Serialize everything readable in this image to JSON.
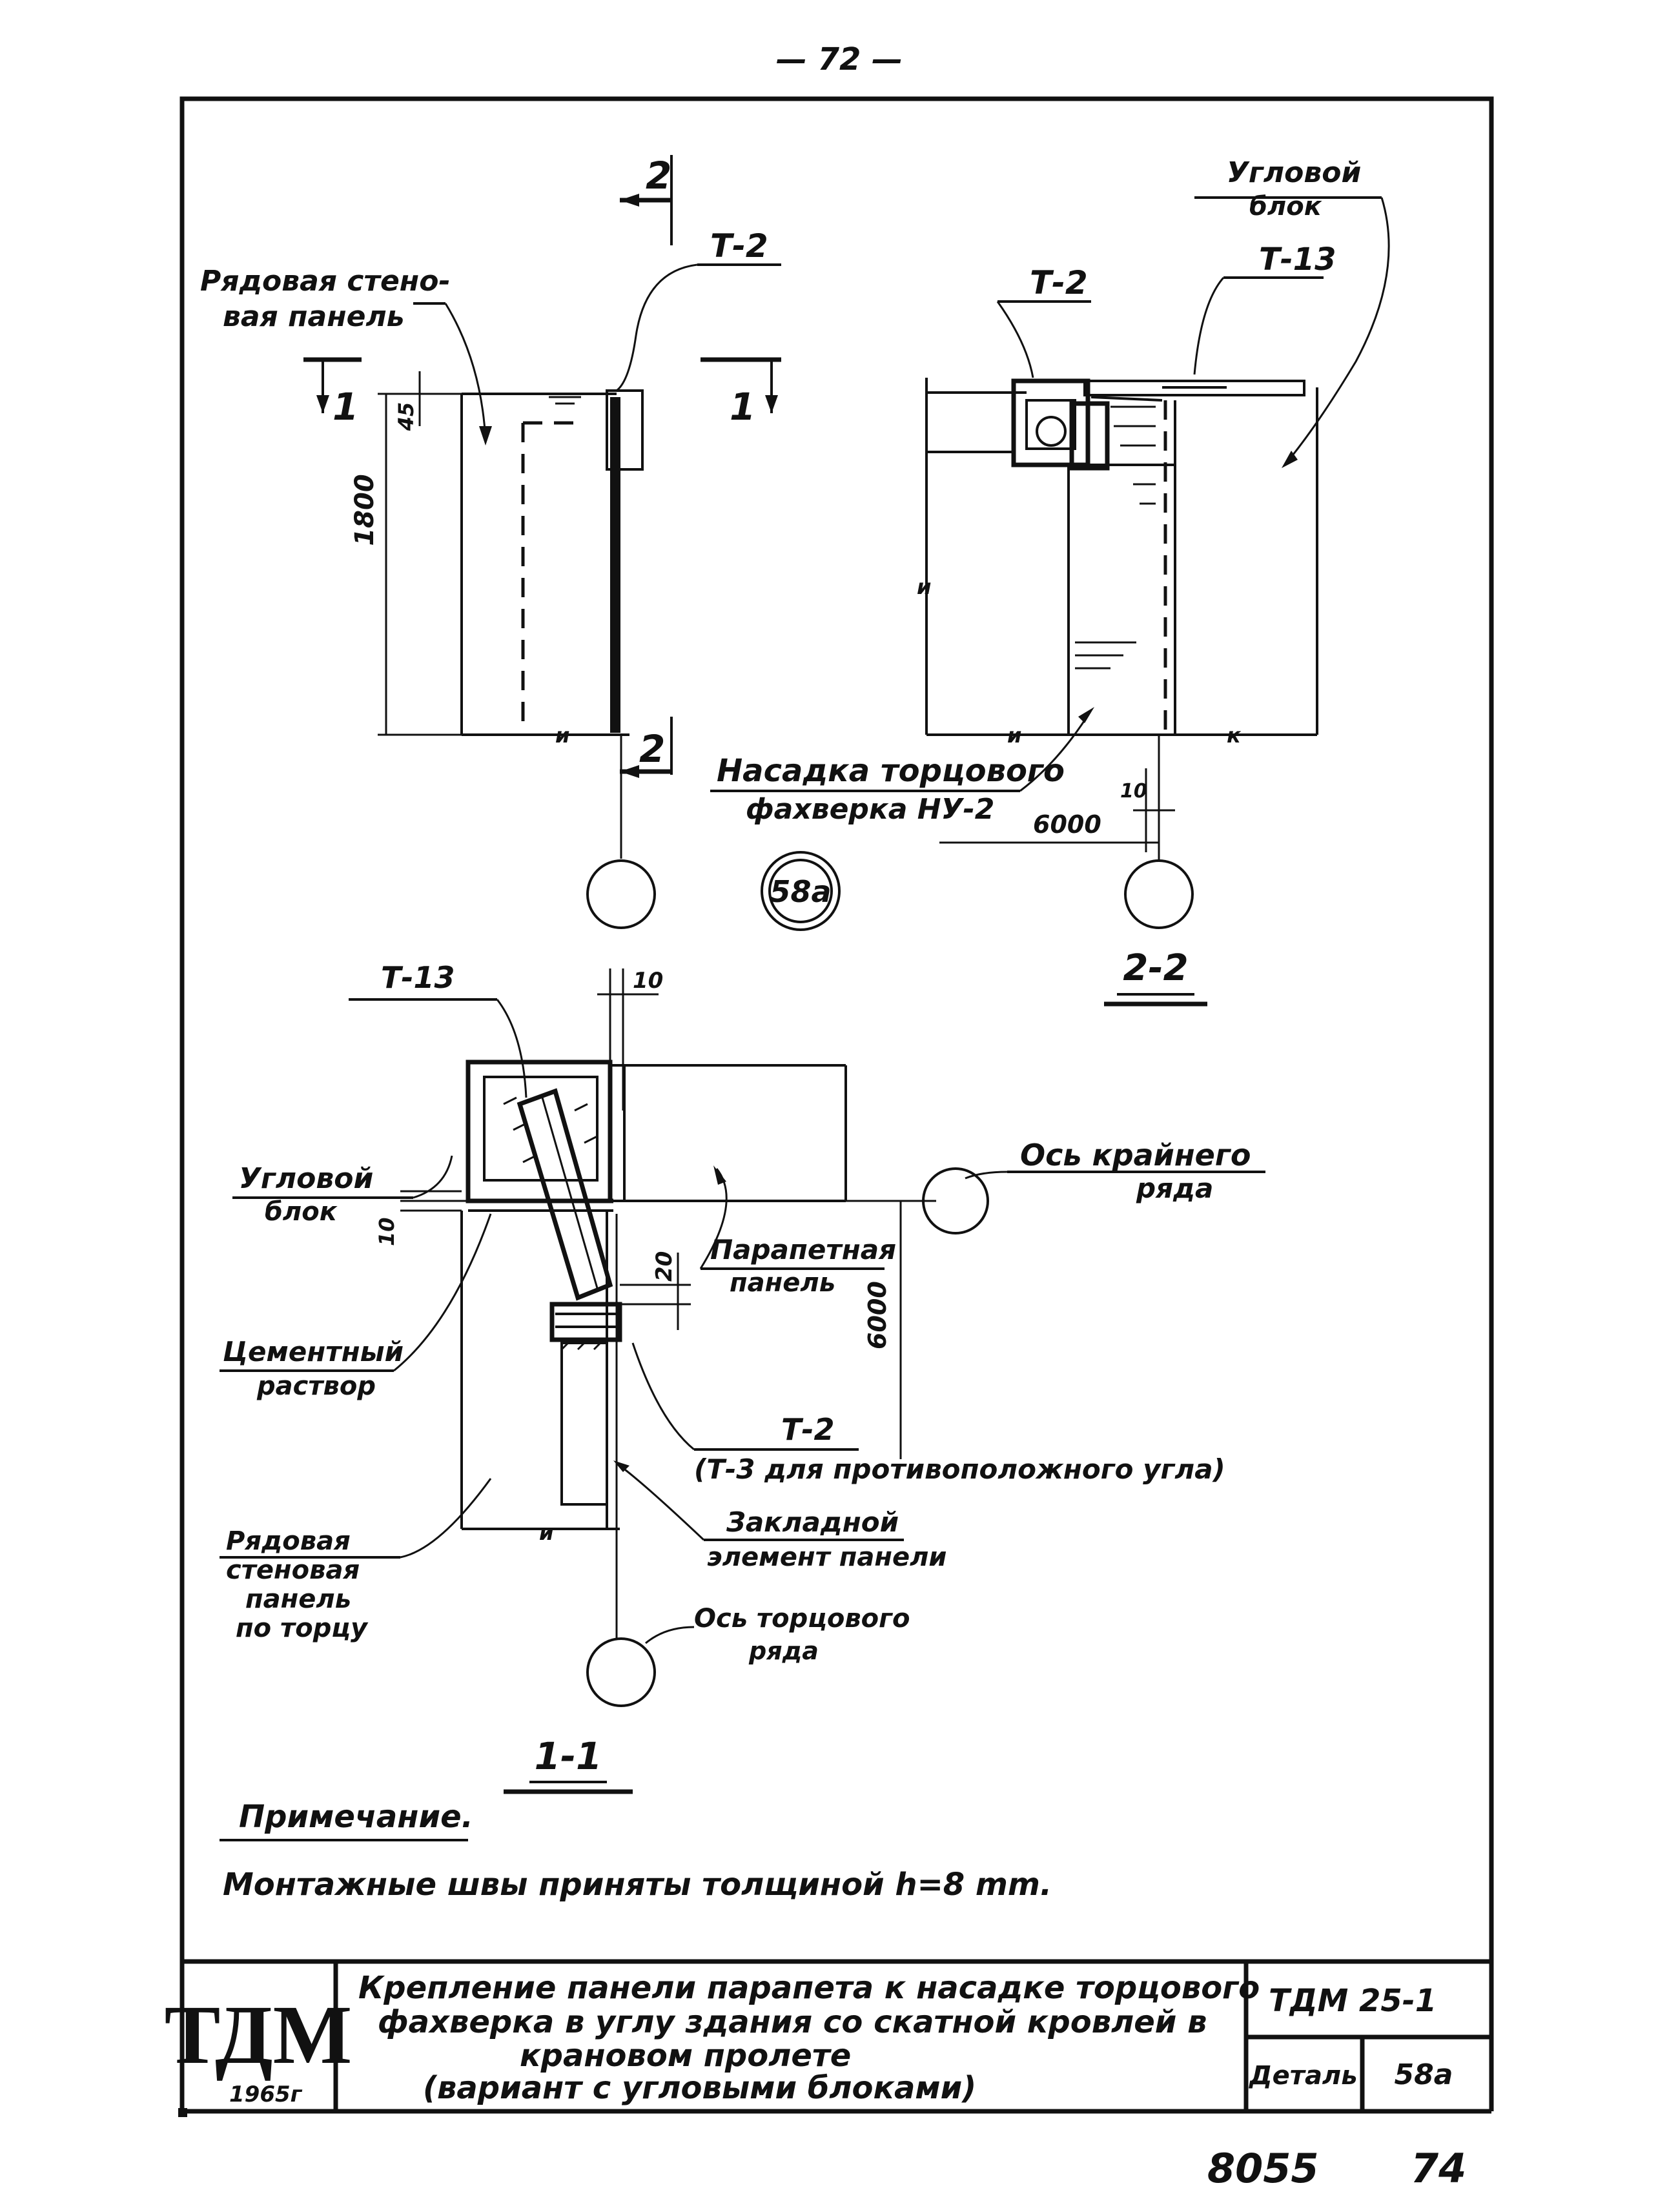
{
  "page_number": "— 72 —",
  "callout": "58а",
  "sections": {
    "s11": "1-1",
    "s22": "2-2",
    "cut1": "1",
    "cut2": "2"
  },
  "top_left": {
    "label_row_panel_l1": "Рядовая стено-",
    "label_row_panel_l2": "вая панель",
    "label_t2": "Т-2",
    "dim_1800": "1800",
    "dim_45": "45"
  },
  "top_right": {
    "label_corner_l1": "Угловой",
    "label_corner_l2": "блок",
    "label_t2": "Т-2",
    "label_t13": "Т-13",
    "label_nasadka_l1": "Насадка торцового",
    "label_nasadka_l2": "фахверка НУ-2",
    "dim_10": "10",
    "dim_6000": "6000"
  },
  "bottom": {
    "label_t13": "Т-13",
    "dim_10_top": "10",
    "label_corner_l1": "Угловой",
    "label_corner_l2": "блок",
    "dim_10_left": "10",
    "label_axis_outer_l1": "Ось крайнего",
    "label_axis_outer_l2": "ряда",
    "label_parapet_l1": "Парапетная",
    "label_parapet_l2": "панель",
    "dim_20": "20",
    "dim_6000": "6000",
    "label_cement_l1": "Цементный",
    "label_cement_l2": "раствор",
    "label_t2": "Т-2",
    "label_t3": "(Т-3 для противоположного угла)",
    "label_embed_l1": "Закладной",
    "label_embed_l2": "элемент панели",
    "label_row_end_l1": "Рядовая",
    "label_row_end_l2": "стеновая",
    "label_row_end_l3": "панель",
    "label_row_end_l4": "по торцу",
    "label_axis_end_l1": "Ось торцового",
    "label_axis_end_l2": "ряда"
  },
  "note": {
    "title": "Примечание.",
    "text": "Монтажные швы приняты толщиной h=8 mm."
  },
  "title_block": {
    "logo": "ТДМ",
    "year": "1965г",
    "title_l1": "Крепление панели парапета к насадке торцового",
    "title_l2": "фахверка в углу здания со скатной кровлей в",
    "title_l3": "крановом пролете",
    "title_l4": "(вариант с угловыми блоками)",
    "series": "ТДМ 25-1",
    "detail_label": "Деталь",
    "detail_value": "58а"
  },
  "footer": {
    "code": "8055",
    "sheet": "74"
  }
}
